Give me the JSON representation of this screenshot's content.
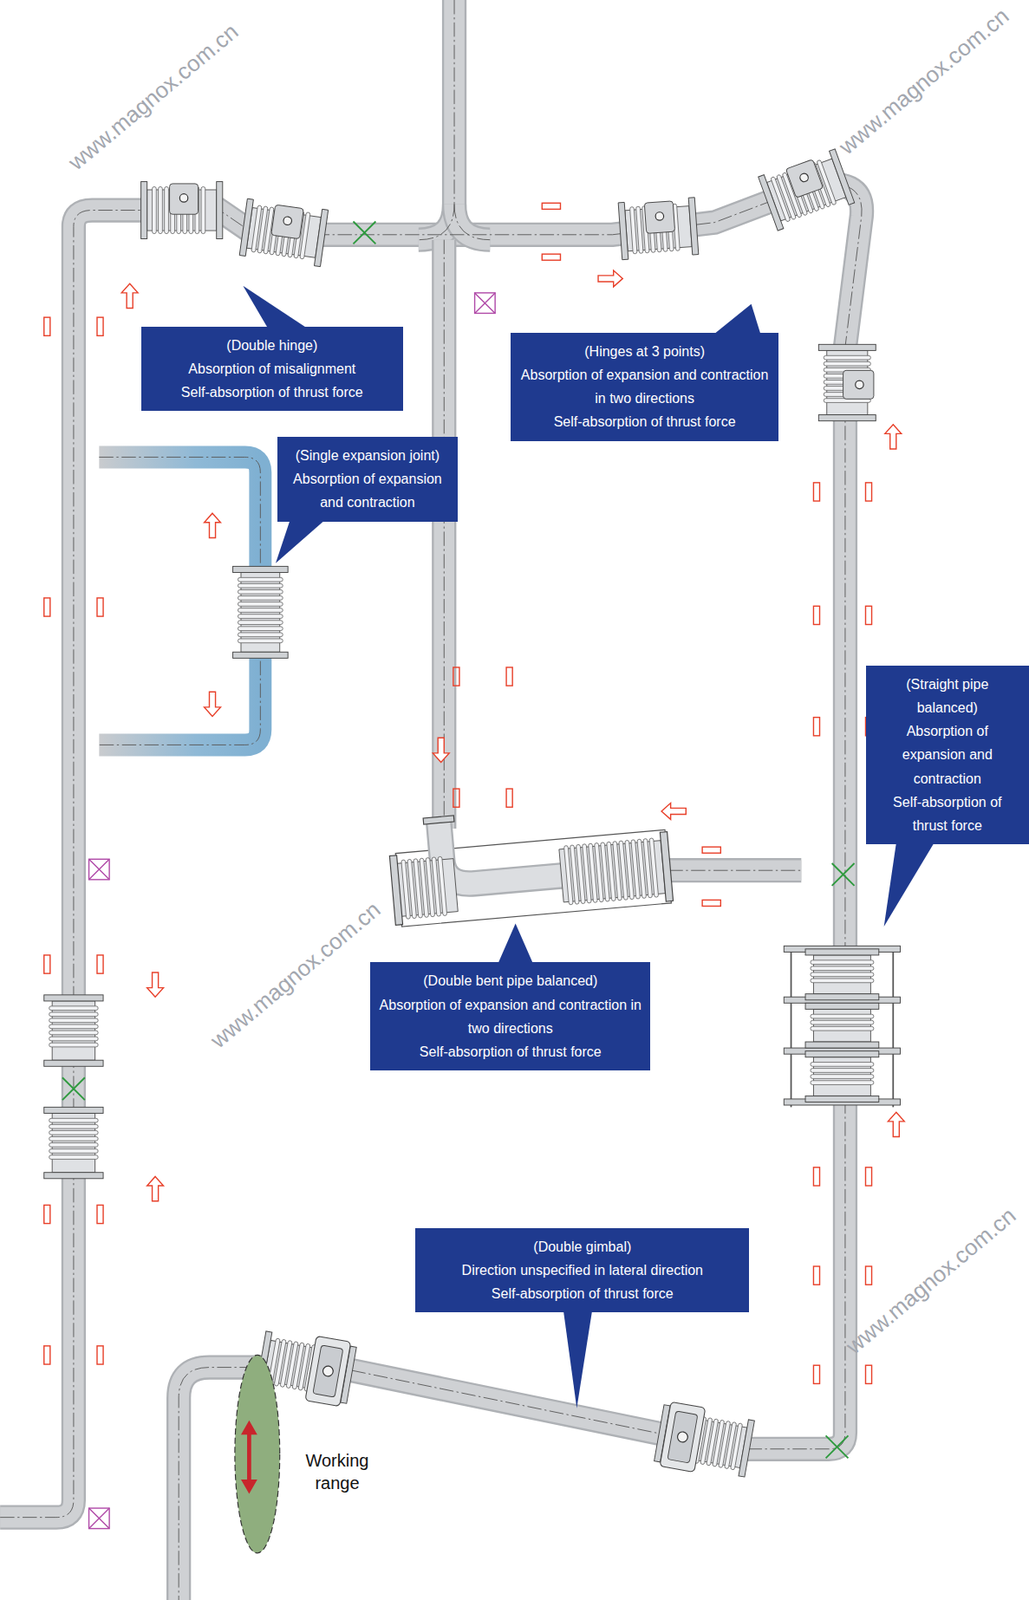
{
  "diagram": {
    "nodes": [
      {
        "text": [
          "(Double hinge)",
          "Absorption of misalignment",
          "Self-absorption of thrust force"
        ]
      },
      {
        "text": [
          "(Hinges at 3 points)",
          "Absorption of expansion and contraction in two directions",
          "Self-absorption of thrust force"
        ]
      },
      {
        "text": [
          "(Single expansion joint)",
          "Absorption of expansion and contraction"
        ]
      },
      {
        "text": [
          "(Straight pipe balanced)",
          "Absorption of expansion and contraction",
          "Self-absorption of thrust force"
        ]
      },
      {
        "text": [
          "(Double bent pipe balanced)",
          "Absorption of expansion and contraction in two directions",
          "Self-absorption of thrust force"
        ]
      },
      {
        "text": [
          "(Double gimbal)",
          "Direction unspecified in lateral direction",
          "Self-absorption of thrust force"
        ]
      }
    ],
    "labels": [
      "www.magnox.com.cn",
      "www.magnox.com.cn",
      "www.magnox.com.cn",
      "www.magnox.com.cn",
      "Working range"
    ]
  }
}
